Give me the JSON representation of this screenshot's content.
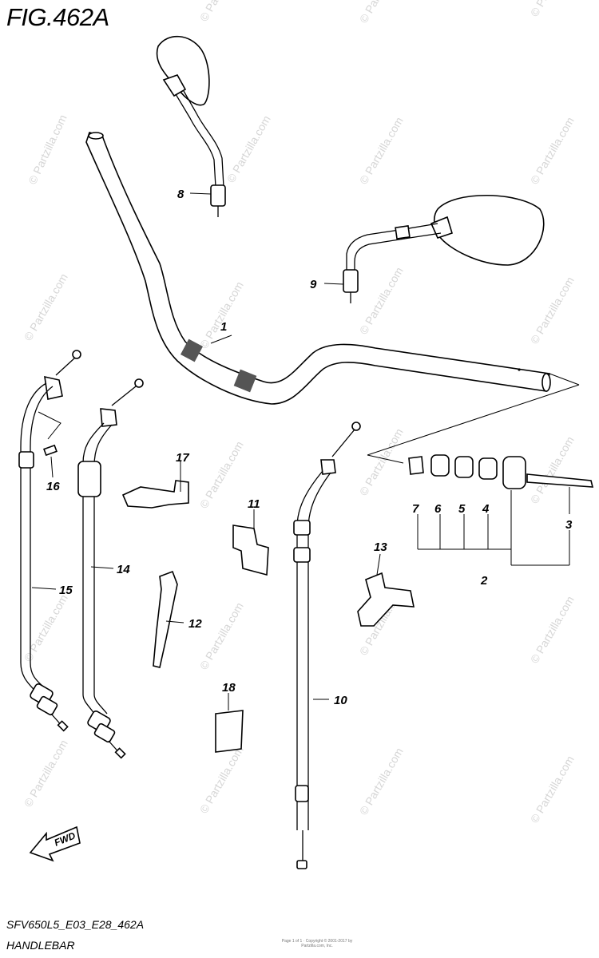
{
  "figure": {
    "title": "FIG.462A",
    "code": "SFV650L5_E03_E28_462A",
    "name": "HANDLEBAR",
    "fineprint": "Page 1 of 1 · Copyright © 2001-2017 by Partzilla.com, Inc."
  },
  "watermark": {
    "text": "© Partzilla.com"
  },
  "fwd_label": "FWD",
  "callouts": [
    {
      "id": "c1",
      "label": "1"
    },
    {
      "id": "c2",
      "label": "2"
    },
    {
      "id": "c3",
      "label": "3"
    },
    {
      "id": "c4",
      "label": "4"
    },
    {
      "id": "c5",
      "label": "5"
    },
    {
      "id": "c6",
      "label": "6"
    },
    {
      "id": "c7",
      "label": "7"
    },
    {
      "id": "c8",
      "label": "8"
    },
    {
      "id": "c9",
      "label": "9"
    },
    {
      "id": "c10",
      "label": "10"
    },
    {
      "id": "c11",
      "label": "11"
    },
    {
      "id": "c12",
      "label": "12"
    },
    {
      "id": "c13",
      "label": "13"
    },
    {
      "id": "c14",
      "label": "14"
    },
    {
      "id": "c15",
      "label": "15"
    },
    {
      "id": "c16",
      "label": "16"
    },
    {
      "id": "c17",
      "label": "17"
    },
    {
      "id": "c18",
      "label": "18"
    }
  ]
}
